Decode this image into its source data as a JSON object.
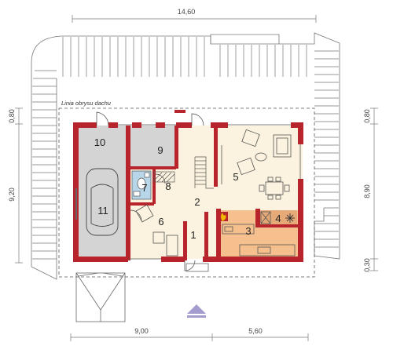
{
  "plan": {
    "eave_line_label": "Linia obrysu dachu",
    "dimensions": {
      "top_total": "14,60",
      "bottom_left": "9,00",
      "bottom_right": "5,60",
      "left_upper": "0,80",
      "left_lower": "9,20",
      "right_upper": "0,80",
      "right_mid": "8,90",
      "right_lower": "0,30"
    },
    "rooms": [
      {
        "num": "1"
      },
      {
        "num": "2"
      },
      {
        "num": "3"
      },
      {
        "num": "4"
      },
      {
        "num": "5"
      },
      {
        "num": "6"
      },
      {
        "num": "7"
      },
      {
        "num": "8"
      },
      {
        "num": "9"
      },
      {
        "num": "10"
      },
      {
        "num": "11"
      }
    ],
    "colors": {
      "wall": "#b8242b",
      "garage_floor": "#d4d4d4",
      "living_floor": "#fbf3df",
      "kitchen_floor": "#f6c08e",
      "entry_arrow": "#a49ccc"
    }
  }
}
